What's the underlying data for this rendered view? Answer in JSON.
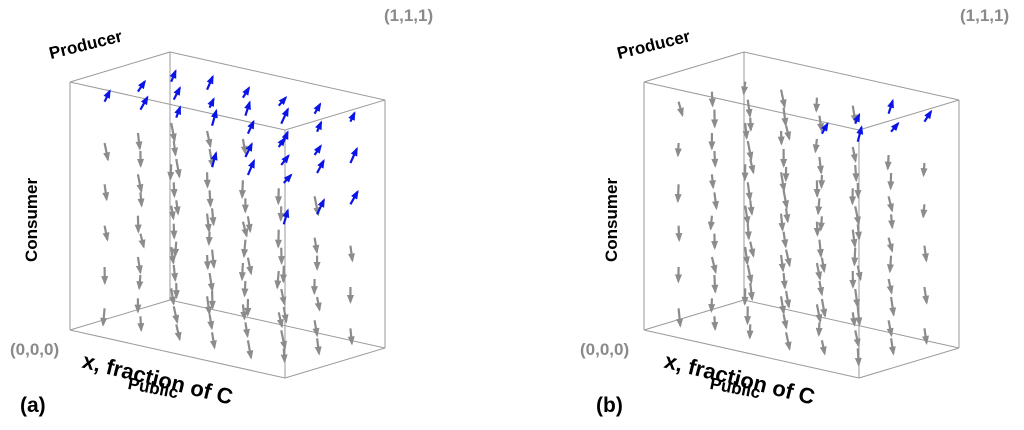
{
  "colors": {
    "increase": "#0a14e6",
    "decrease": "#8c8c8c",
    "edge": "#9a9a9a",
    "corner_label": "#8a8a8a"
  },
  "axes": {
    "producer": "Producer",
    "consumer": "Consumer",
    "x_label": "x, fraction of C",
    "public": "Public",
    "origin": "(0,0,0)",
    "far_corner": "(1,1,1)"
  },
  "panels": [
    {
      "label": "(a)",
      "blue_fraction": 0.55
    },
    {
      "label": "(b)",
      "blue_fraction": 0.3
    }
  ]
}
